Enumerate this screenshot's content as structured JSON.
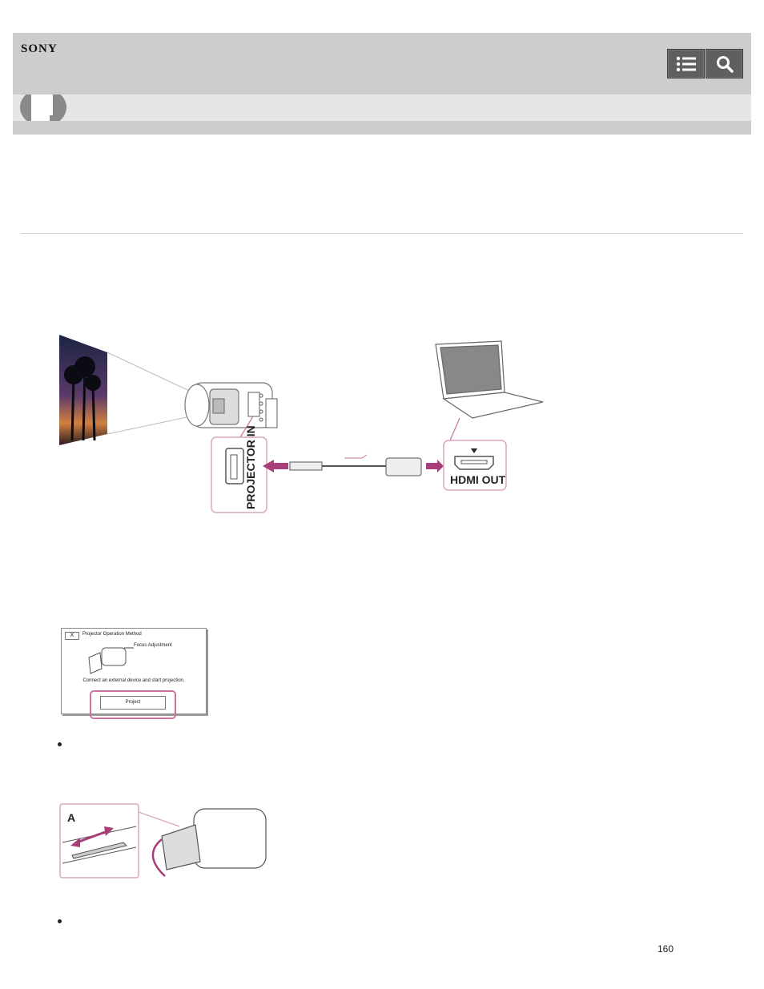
{
  "header": {
    "brand": "SONY",
    "toc_button": {
      "icon": "list-icon",
      "label": "Table of contents"
    },
    "search_button": {
      "icon": "search-icon",
      "label": "Search"
    }
  },
  "subbar": {
    "icon": "book-icon"
  },
  "figures": {
    "connection": {
      "labels": {
        "camera_port": "PROJECTOR IN",
        "laptop_port": "HDMI OUT"
      },
      "accent_color": "#a83e78"
    },
    "dialog": {
      "close": "X",
      "title": "Projector Operation Method",
      "focus_label": "Focus Adjustment",
      "message": "Connect an external device and start projection.",
      "button": "Project",
      "highlight_color": "#c9739f"
    },
    "focus": {
      "label": "A"
    }
  },
  "footer": {
    "page_number": "160"
  }
}
